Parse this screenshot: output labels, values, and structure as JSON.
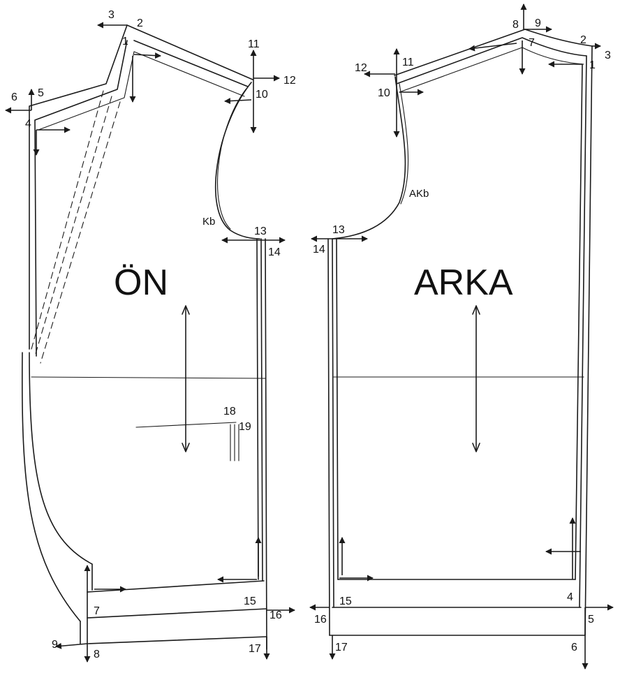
{
  "front_piece": {
    "title": "ÖN",
    "points": {
      "p1": "1",
      "p2": "2",
      "p3": "3",
      "p4": "4",
      "p5": "5",
      "p6": "6",
      "p7": "7",
      "p8": "8",
      "p9": "9",
      "p10": "10",
      "p11": "11",
      "p12": "12",
      "p13": "13",
      "p14": "14",
      "p15": "15",
      "p16": "16",
      "p17": "17",
      "p18": "18",
      "p19": "19"
    },
    "notch_label": "Kb"
  },
  "back_piece": {
    "title": "ARKA",
    "points": {
      "p1": "1",
      "p2": "2",
      "p3": "3",
      "p4": "4",
      "p5": "5",
      "p6": "6",
      "p7": "7",
      "p8": "8",
      "p9": "9",
      "p10": "10",
      "p11": "11",
      "p12": "12",
      "p13": "13",
      "p14": "14",
      "p15": "15",
      "p16": "16",
      "p17": "17"
    },
    "notch_label": "AKb"
  }
}
